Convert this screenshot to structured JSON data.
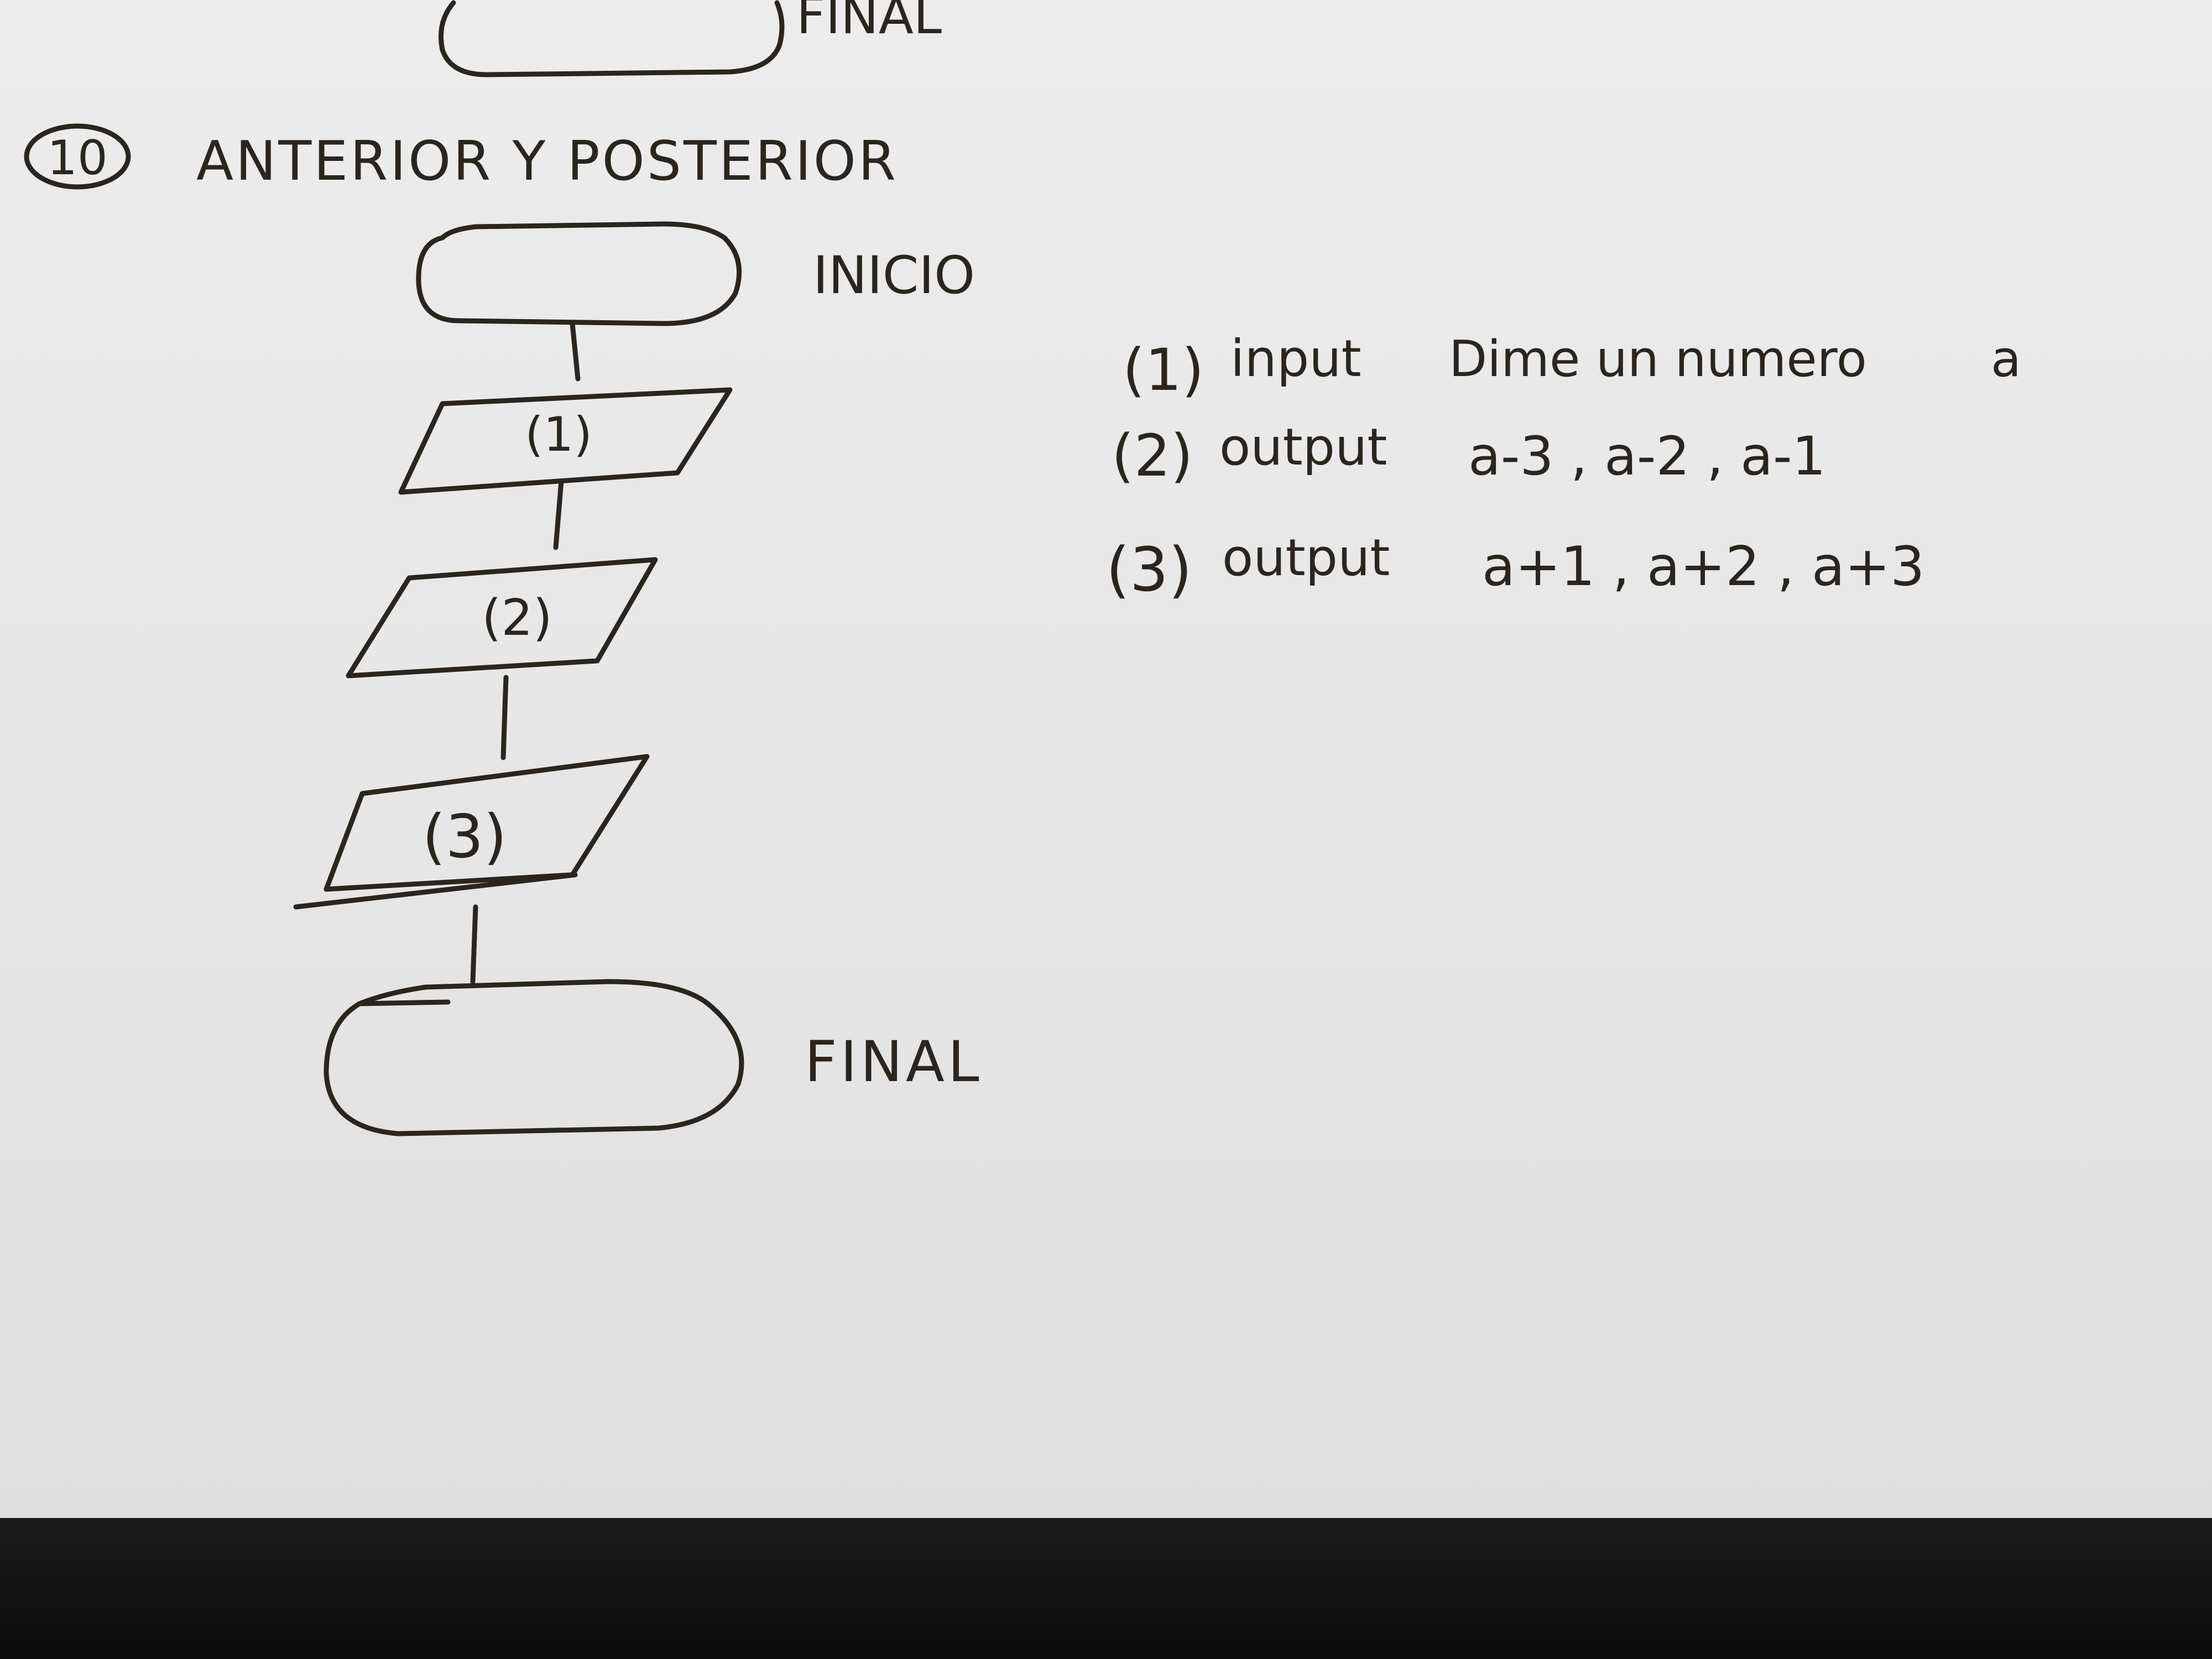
{
  "previous_exercise": {
    "end_label": "FINAL"
  },
  "exercise": {
    "number": "10",
    "title": "ANTERIOR Y POSTERIOR"
  },
  "flowchart": {
    "start_label": "INICIO",
    "end_label": "FINAL",
    "steps": [
      {
        "marker": "(1)"
      },
      {
        "marker": "(2)"
      },
      {
        "marker": "(3)"
      }
    ]
  },
  "notes": [
    {
      "marker": "(1)",
      "keyword": "input",
      "text": "Dime un numero",
      "variable": "a"
    },
    {
      "marker": "(2)",
      "keyword": "output",
      "text": "a-3 , a-2 , a-1"
    },
    {
      "marker": "(3)",
      "keyword": "output",
      "text": "a+1 , a+2 , a+3"
    }
  ]
}
